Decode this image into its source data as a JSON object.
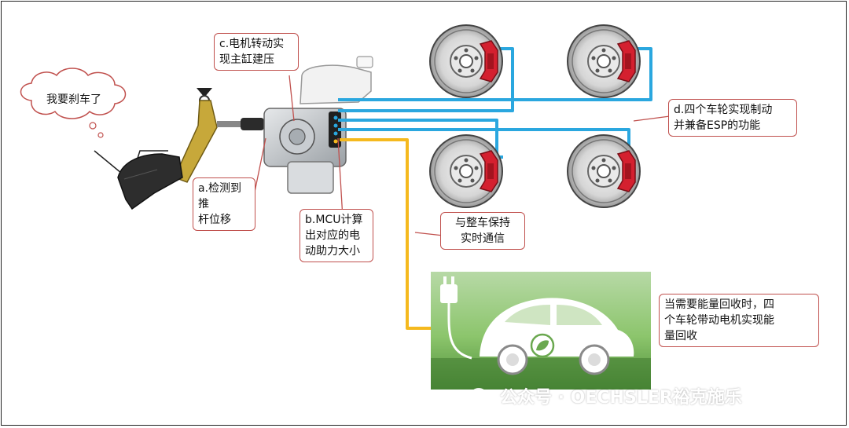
{
  "cloud": {
    "text": "我要刹车了"
  },
  "callouts": {
    "a": {
      "lines": [
        "a.检测到推",
        "杆位移"
      ]
    },
    "b": {
      "lines": [
        "b.MCU计算",
        "出对应的电",
        "动助力大小"
      ]
    },
    "c": {
      "lines": [
        "c.电机转动实",
        "现主缸建压"
      ]
    },
    "d": {
      "lines": [
        "d.四个车轮实现制动",
        "并兼备ESP的功能"
      ]
    },
    "comm": {
      "lines": [
        "与整车保持",
        "实时通信"
      ]
    },
    "regen": {
      "lines": [
        "当需要能量回收时，四",
        "个车轮带动电机实现能",
        "量回收"
      ]
    }
  },
  "watermark": {
    "text": "公众号 · OECHSLER裕克施乐"
  },
  "colors": {
    "hydraulic_line": "#2aa7df",
    "signal_line": "#f5b91e",
    "caliper": "#d4202f",
    "callout_border": "#c0504d",
    "grass": "#6aa84f"
  }
}
